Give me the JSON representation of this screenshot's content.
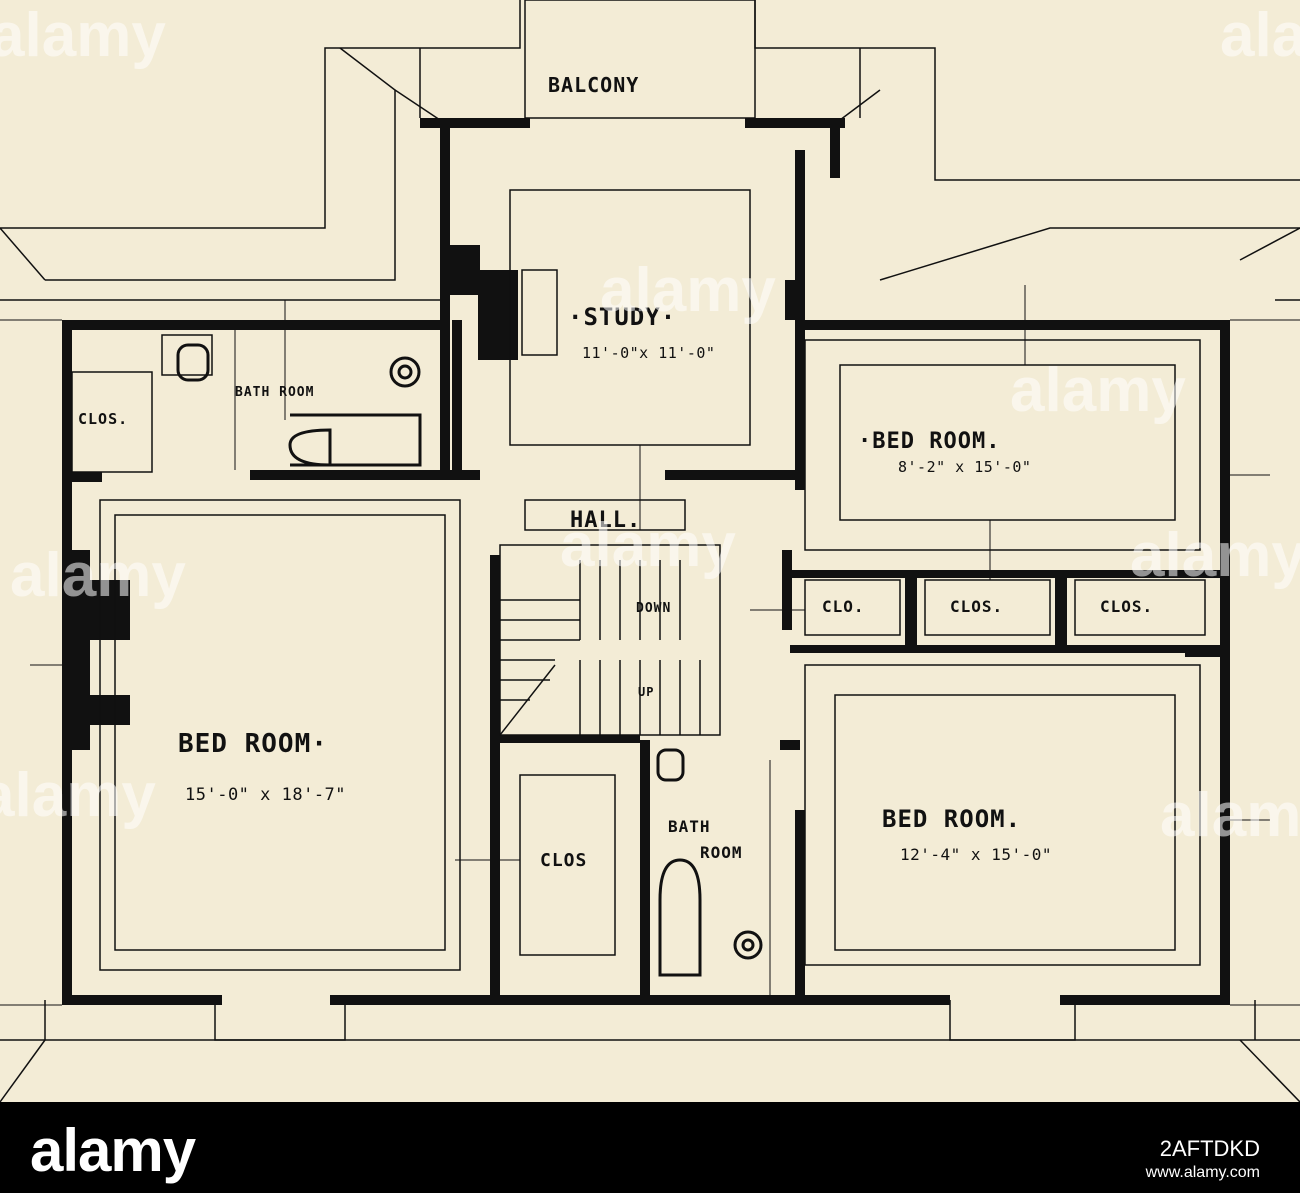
{
  "plan": {
    "rooms": {
      "balcony": "BALCONY",
      "study": "·STUDY·",
      "study_dim": "11'-0\"x 11'-0\"",
      "bath_upper": "BATH ROOM",
      "clos_upper": "CLOS.",
      "bed_ne": "·BED ROOM.",
      "bed_ne_dim": "8'-2\" x 15'-0\"",
      "hall": "HALL.",
      "down": "DOWN",
      "up": "UP",
      "clo": "CLO.",
      "clos_mid": "CLOS.",
      "clos_right": "CLOS.",
      "bed_w": "BED ROOM·",
      "bed_w_dim": "15'-0\" x 18'-7\"",
      "bed_se": "BED ROOM.",
      "bed_se_dim": "12'-4\" x 15'-0\"",
      "bath_lower_1": "BATH",
      "bath_lower_2": "ROOM",
      "clos_lower": "CLOS"
    },
    "colors": {
      "paper": "#f3ecd6",
      "ink": "#111111"
    }
  },
  "watermark": {
    "text": "alamy"
  },
  "footer": {
    "logo": "alamy",
    "image_id": "2AFTDKD",
    "link": "www.alamy.com"
  }
}
